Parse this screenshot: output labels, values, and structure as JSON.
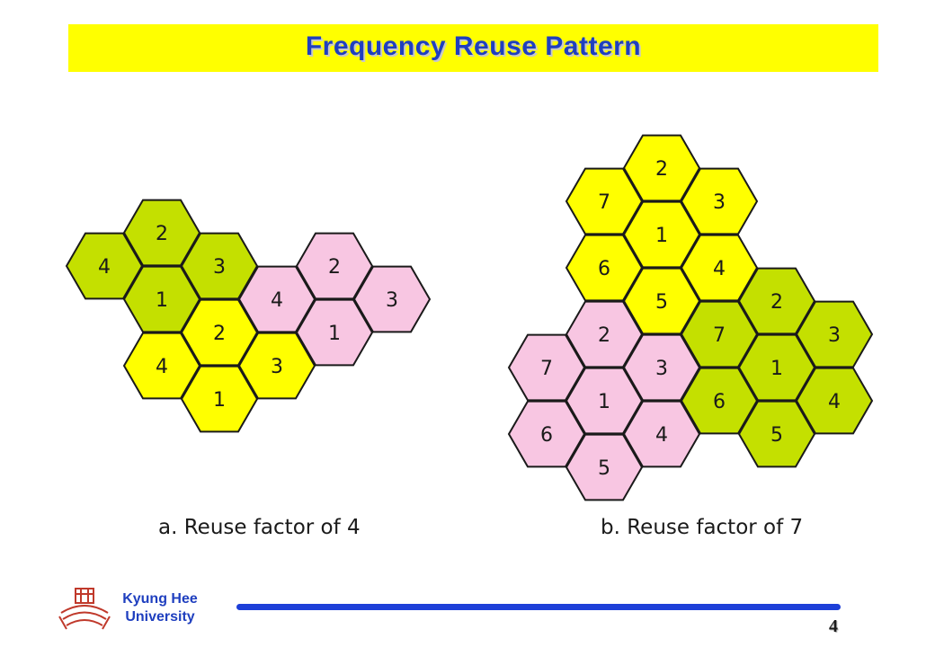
{
  "title": "Frequency Reuse Pattern",
  "colors": {
    "title_bg": "#ffff00",
    "title_text": "#1f3fbf",
    "green": "#c4e000",
    "yellow": "#ffff00",
    "pink": "#f8c6e2",
    "footer_line": "#1d3fd8"
  },
  "diagram_a": {
    "caption": "a. Reuse factor of 4",
    "cells": [
      {
        "label": "2",
        "fill": "green"
      },
      {
        "label": "4",
        "fill": "green"
      },
      {
        "label": "3",
        "fill": "green"
      },
      {
        "label": "1",
        "fill": "green"
      },
      {
        "label": "2",
        "fill": "yellow"
      },
      {
        "label": "4",
        "fill": "yellow"
      },
      {
        "label": "3",
        "fill": "yellow"
      },
      {
        "label": "1",
        "fill": "yellow"
      },
      {
        "label": "4",
        "fill": "pink"
      },
      {
        "label": "2",
        "fill": "pink"
      },
      {
        "label": "3",
        "fill": "pink"
      },
      {
        "label": "1",
        "fill": "pink"
      }
    ]
  },
  "diagram_b": {
    "caption": "b. Reuse factor of 7",
    "cells": [
      {
        "label": "2",
        "fill": "yellow"
      },
      {
        "label": "7",
        "fill": "yellow"
      },
      {
        "label": "3",
        "fill": "yellow"
      },
      {
        "label": "1",
        "fill": "yellow"
      },
      {
        "label": "6",
        "fill": "yellow"
      },
      {
        "label": "4",
        "fill": "yellow"
      },
      {
        "label": "5",
        "fill": "yellow"
      },
      {
        "label": "2",
        "fill": "pink"
      },
      {
        "label": "7",
        "fill": "pink"
      },
      {
        "label": "3",
        "fill": "pink"
      },
      {
        "label": "1",
        "fill": "pink"
      },
      {
        "label": "6",
        "fill": "pink"
      },
      {
        "label": "4",
        "fill": "pink"
      },
      {
        "label": "5",
        "fill": "pink"
      },
      {
        "label": "2",
        "fill": "green"
      },
      {
        "label": "7",
        "fill": "green"
      },
      {
        "label": "3",
        "fill": "green"
      },
      {
        "label": "1",
        "fill": "green"
      },
      {
        "label": "6",
        "fill": "green"
      },
      {
        "label": "4",
        "fill": "green"
      },
      {
        "label": "5",
        "fill": "green"
      }
    ]
  },
  "footer": {
    "university_line1": "Kyung Hee",
    "university_line2": "University",
    "page_number": "4"
  }
}
